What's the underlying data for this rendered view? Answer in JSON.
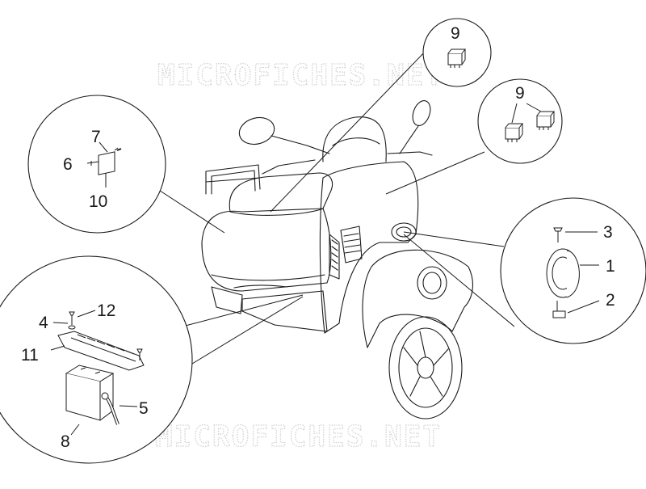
{
  "watermark": {
    "text": "MICROFICHES.NET"
  },
  "callouts": {
    "c1": "1",
    "c2": "2",
    "c3": "3",
    "c4": "4",
    "c5": "5",
    "c6": "6",
    "c7": "7",
    "c8": "8",
    "c9a": "9",
    "c9b": "9",
    "c10": "10",
    "c11": "11",
    "c12": "12"
  },
  "colors": {
    "line": "#1a1a1a",
    "fill": "#ffffff",
    "watermark": "#d2d2d2"
  }
}
